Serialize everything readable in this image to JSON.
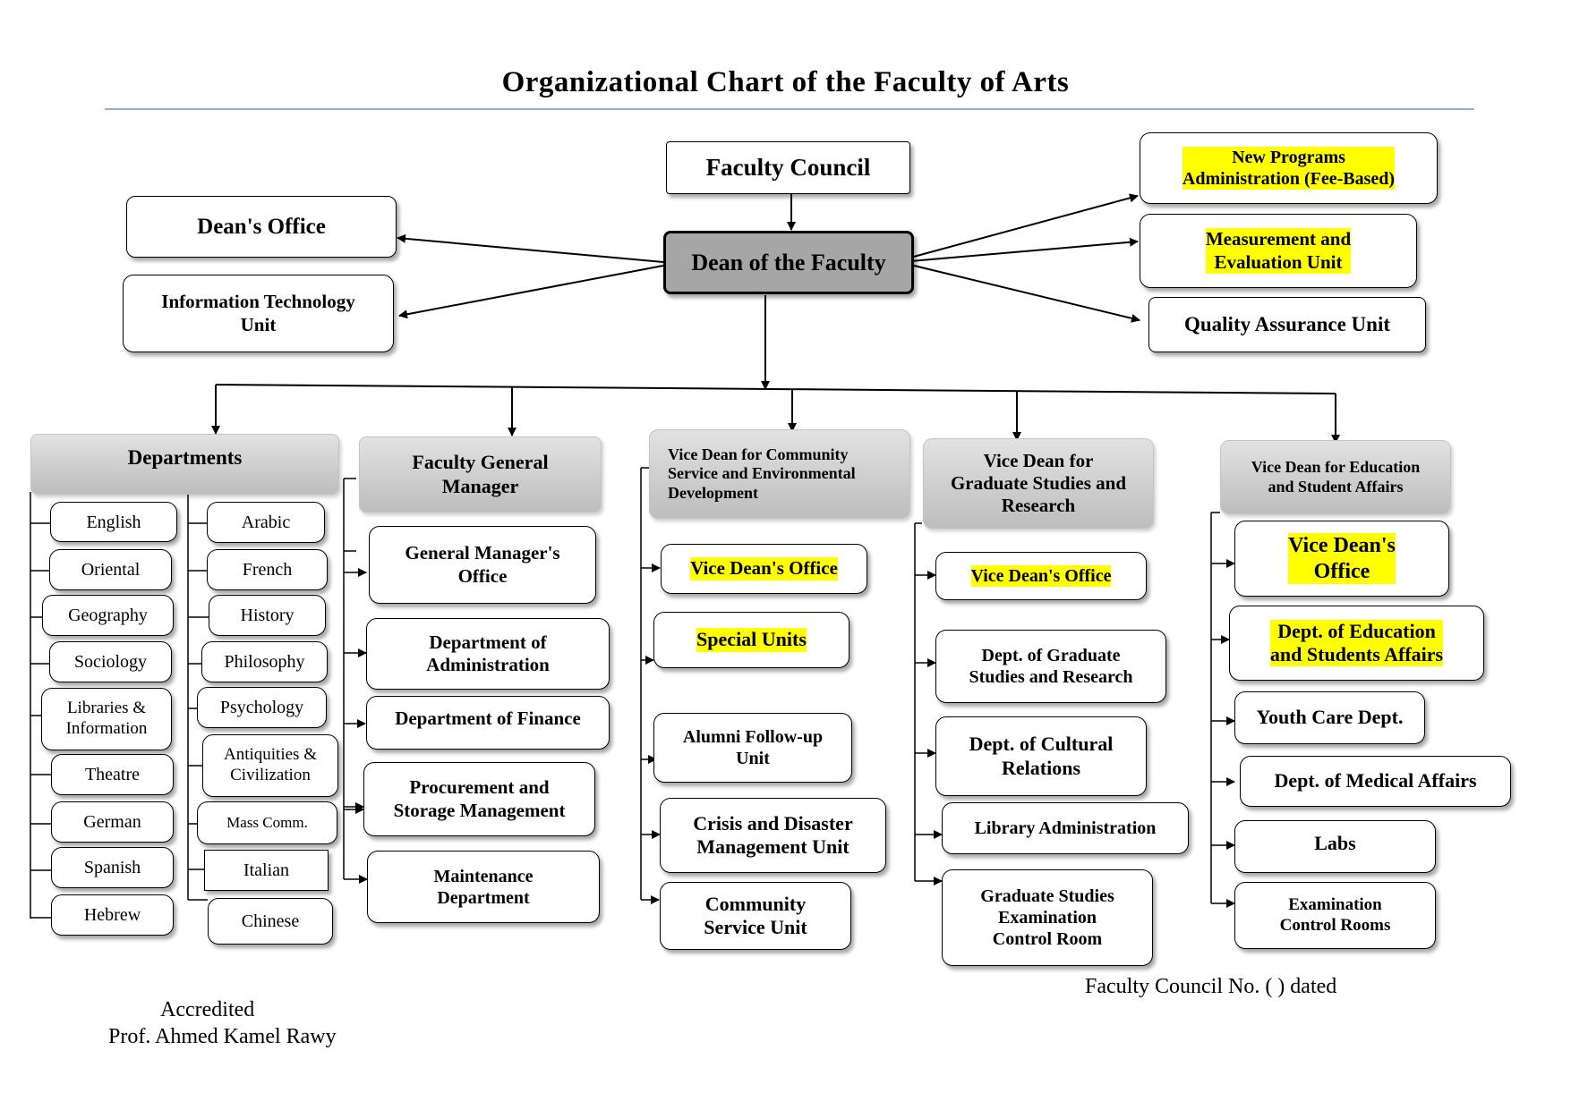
{
  "title": "Organizational Chart of the Faculty of Arts",
  "top": {
    "faculty_council": "Faculty Council",
    "dean": "Dean of the Faculty",
    "deans_office": "Dean's Office",
    "it_unit": "Information Technology\nUnit",
    "new_programs": "New Programs\nAdministration (Fee-Based)",
    "measurement": "Measurement and\nEvaluation Unit",
    "quality": "Quality Assurance Unit"
  },
  "departments": {
    "header": "Departments",
    "column_left": [
      "English",
      "Oriental",
      "Geography",
      "Sociology",
      "Libraries &\nInformation",
      "Theatre",
      "German",
      "Spanish",
      "Hebrew"
    ],
    "column_right": [
      "Arabic",
      "French",
      "History",
      "Philosophy",
      "Psychology",
      "Antiquities &\nCivilization",
      "Mass Comm.",
      "Italian",
      "Chinese"
    ]
  },
  "general_manager": {
    "header": "Faculty General\nManager",
    "items": [
      "General Manager's\nOffice",
      "Department of\nAdministration",
      "Department of Finance",
      "Procurement and\nStorage Management",
      "Maintenance\nDepartment"
    ]
  },
  "community": {
    "header": "Vice Dean for Community\nService and Environmental\nDevelopment",
    "items": [
      "Vice Dean's Office",
      "Special Units",
      "Alumni Follow-up\nUnit",
      "Crisis and Disaster\nManagement Unit",
      "Community\nService Unit"
    ]
  },
  "graduate": {
    "header": "Vice Dean for\nGraduate Studies and\nResearch",
    "items": [
      "Vice Dean's Office",
      "Dept. of Graduate\nStudies and Research",
      "Dept. of Cultural\nRelations",
      "Library Administration",
      "Graduate Studies\nExamination\nControl Room"
    ]
  },
  "education": {
    "header": "Vice Dean for Education\nand Student Affairs",
    "items": [
      "Vice Dean's\nOffice",
      "Dept. of Education\nand Students Affairs",
      "Youth Care Dept.",
      "Dept. of Medical Affairs",
      "Labs",
      "Examination\nControl Rooms"
    ]
  },
  "footer": {
    "council_note": "Faculty Council No. (        ) dated",
    "accredited": "Accredited",
    "signatory": "Prof. Ahmed Kamel Rawy"
  },
  "colors": {
    "highlight": "#ffff00",
    "dean_fill": "#a6a6a6",
    "header_fill": "#cfcfcf",
    "rule": "#8eb2d6"
  }
}
